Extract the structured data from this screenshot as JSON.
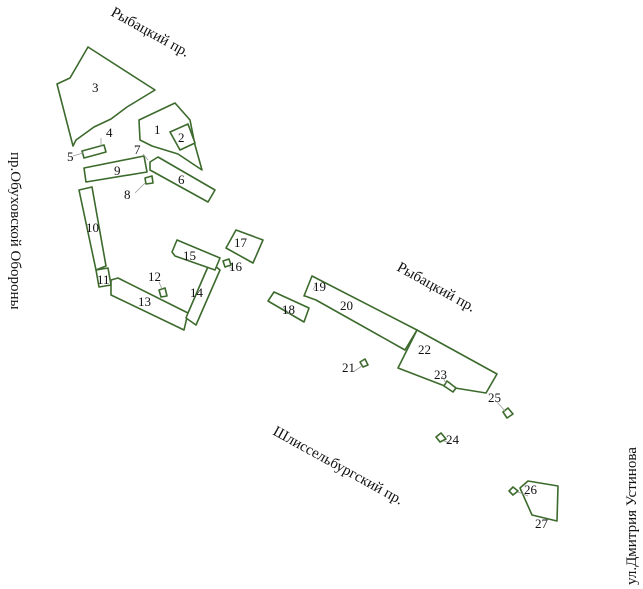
{
  "map": {
    "streets": {
      "rybatsky_top": "Рыбацкий пр.",
      "obukhov": "пр.Обуховской Обороны",
      "rybatsky_mid": "Рыбацкий пр.",
      "shlisselburg": "Шлиссельбургский пр.",
      "ustinova": "ул.Дмитрия Устинова"
    },
    "buildings": {
      "b1": "1",
      "b2": "2",
      "b3": "3",
      "b4": "4",
      "b5": "5",
      "b6": "6",
      "b7": "7",
      "b8": "8",
      "b9": "9",
      "b10": "10",
      "b11": "11",
      "b12": "12",
      "b13": "13",
      "b14": "14",
      "b15": "15",
      "b16": "16",
      "b17": "17",
      "b18": "18",
      "b19": "19",
      "b20": "20",
      "b21": "21",
      "b22": "22",
      "b23": "23",
      "b24": "24",
      "b25": "25",
      "b26": "26",
      "b27": "27"
    },
    "outline_color": "#3c6a2c"
  }
}
